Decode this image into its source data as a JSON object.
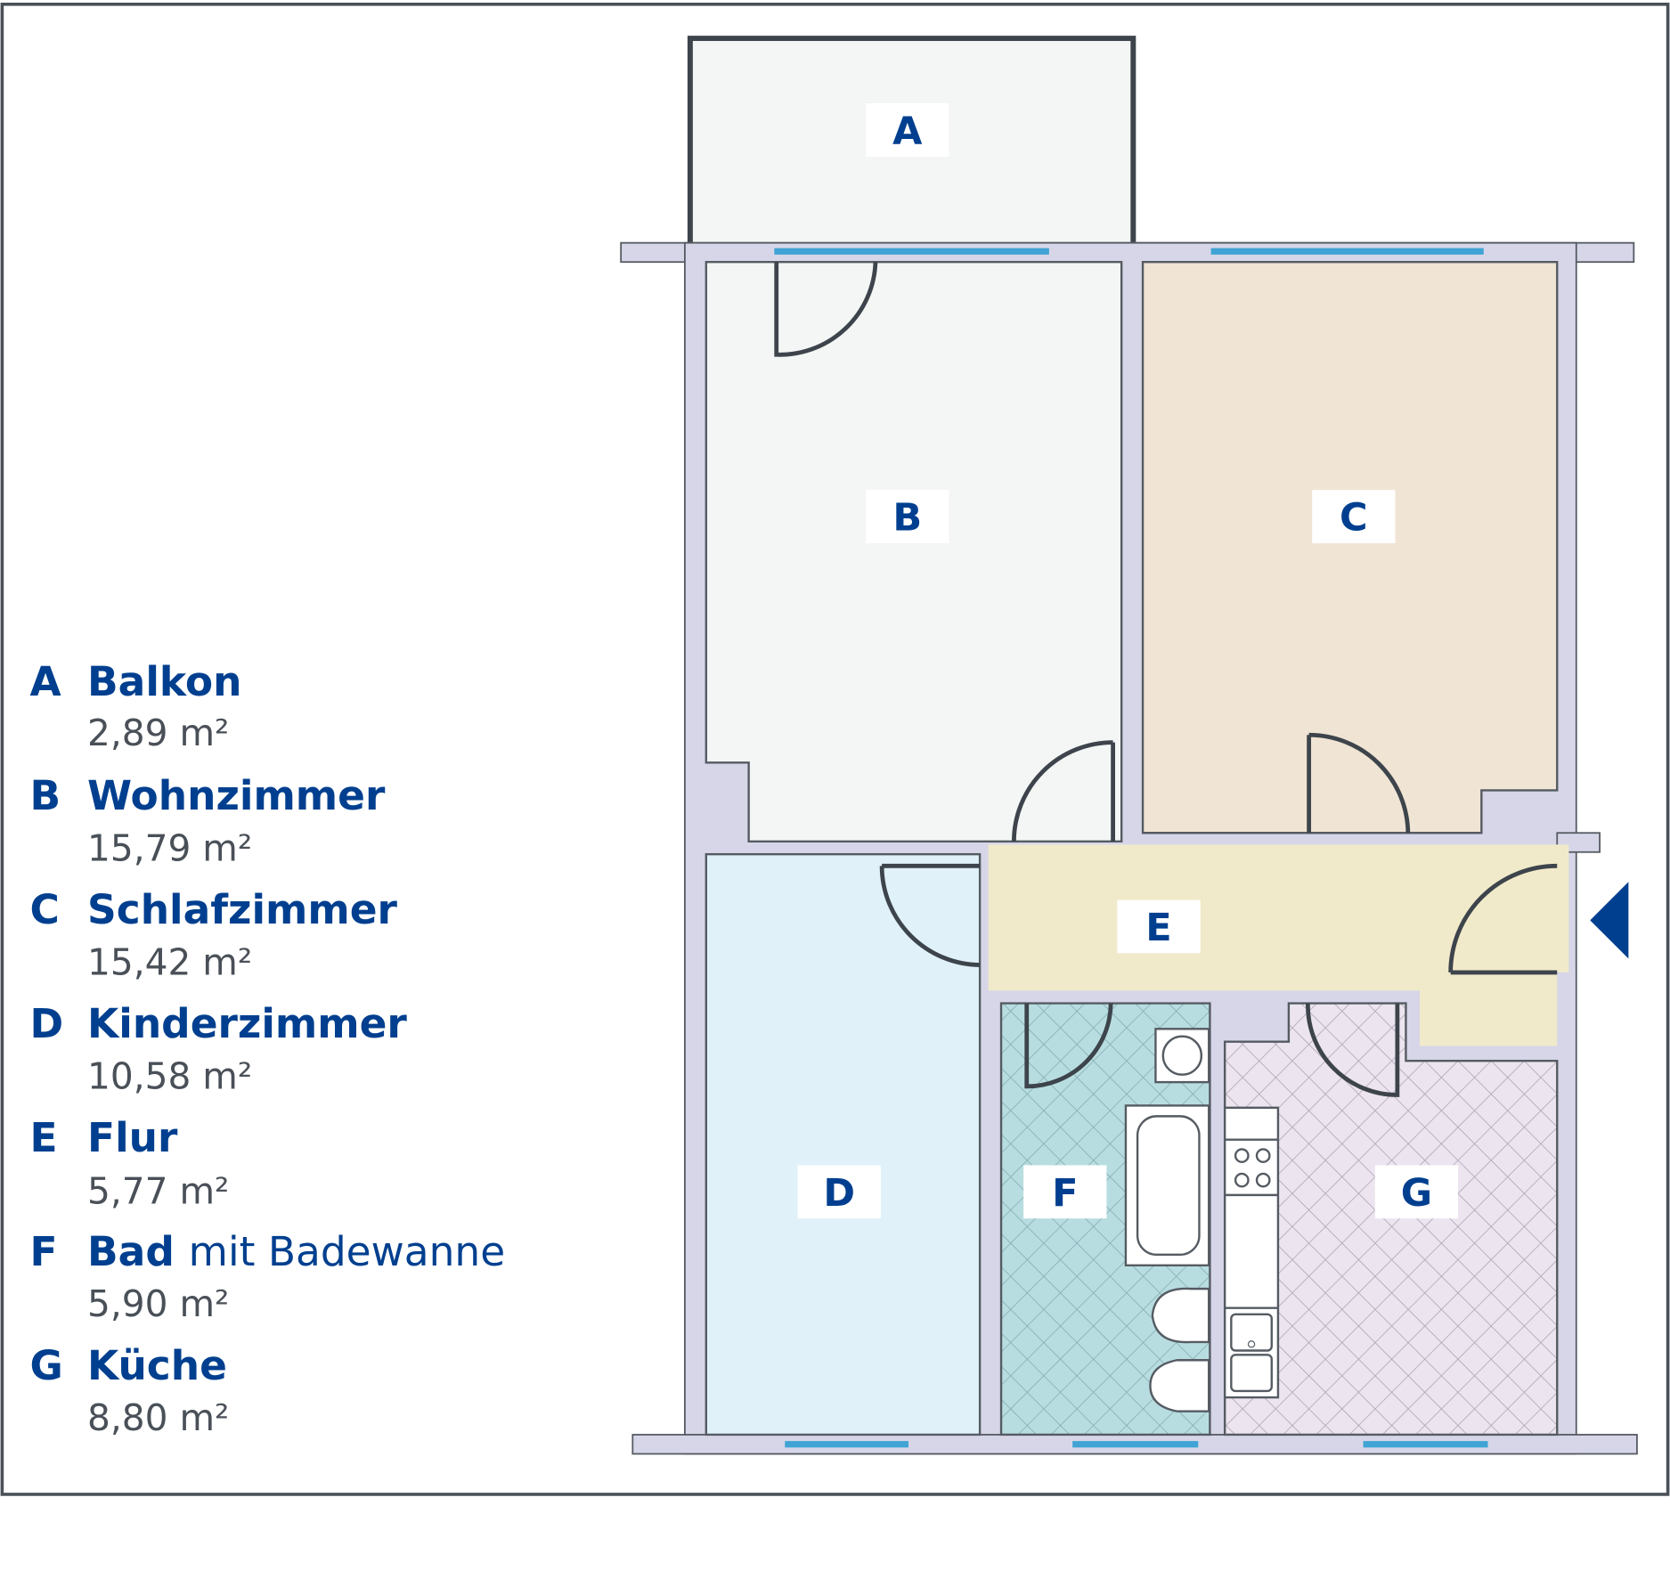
{
  "legend": [
    {
      "letter": "A",
      "name": "Balkon",
      "area": "2,89 m²"
    },
    {
      "letter": "B",
      "name": "Wohnzimmer",
      "area": "15,79 m²"
    },
    {
      "letter": "C",
      "name": "Schlafzimmer",
      "area": "15,42 m²"
    },
    {
      "letter": "D",
      "name": "Kinderzimmer",
      "area": "10,58 m²"
    },
    {
      "letter": "E",
      "name": "Flur",
      "area": "5,77 m²"
    },
    {
      "letter": "F",
      "name": "Bad",
      "name_suffix": "mit Badewanne",
      "area": "5,90 m²"
    },
    {
      "letter": "G",
      "name": "Küche",
      "area": "8,80 m²"
    }
  ],
  "rooms": {
    "A": "A",
    "B": "B",
    "C": "C",
    "D": "D",
    "E": "E",
    "F": "F",
    "G": "G"
  },
  "colors": {
    "brand": "#003f8f",
    "wall": "#d6d6e8",
    "window": "#3fa3d4",
    "balkon": "#f4f6f5",
    "wohnzimmer": "#f4f6f5",
    "schlafzimmer": "#f0e4d4",
    "kinderzimmer": "#e0f1fa",
    "flur": "#f1eaca",
    "bad": "#b8dde0",
    "kueche": "#e8e0ea"
  }
}
